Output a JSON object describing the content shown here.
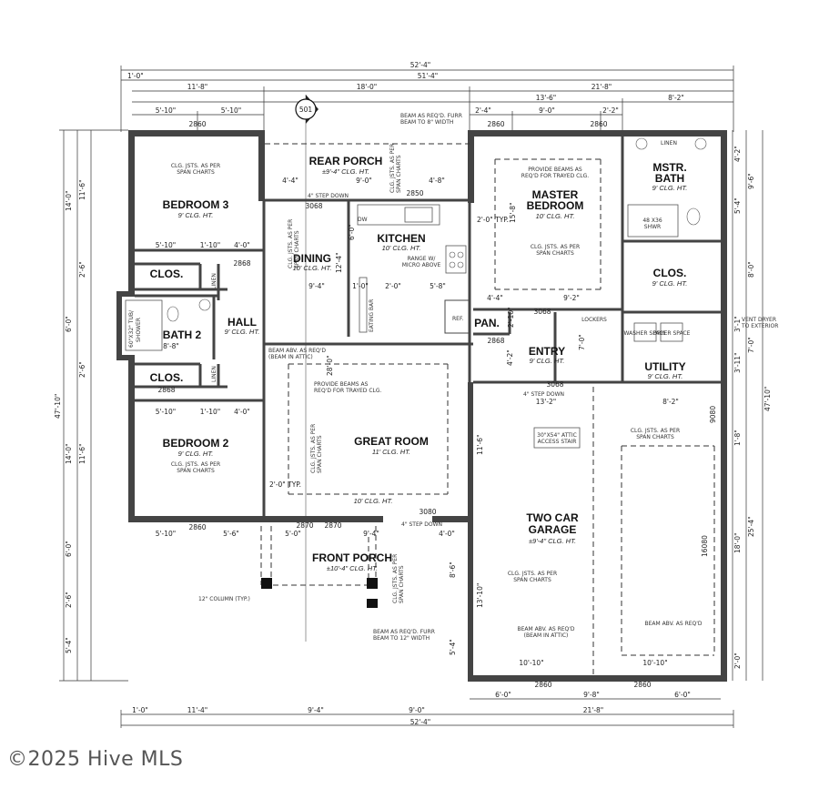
{
  "watermark": "©2025 Hive MLS",
  "section_marker": "501",
  "dims": {
    "overall_top": "52'-4\"",
    "overall_bottom": "52'-4\"",
    "top2": "51'-4\"",
    "top_1_0": "1'-0\"",
    "top_11_8": "11'-8\"",
    "top_18_0": "18'-0\"",
    "top_21_8": "21'-8\"",
    "top_5_10a": "5'-10\"",
    "top_5_10b": "5'-10\"",
    "top_13_6": "13'-6\"",
    "top_8_2": "8'-2\"",
    "top_2_4": "2'-4\"",
    "top_9_0": "9'-0\"",
    "top_2_2": "2'-2\"",
    "bot_1_0": "1'-0\"",
    "bot_11_4": "11'-4\"",
    "bot_9_4": "9'-4\"",
    "bot_9_0": "9'-0\"",
    "bot_21_8": "21'-8\"",
    "bot_6_0a": "6'-0\"",
    "bot_9_8": "9'-8\"",
    "bot_6_0b": "6'-0\"",
    "left_14_0a": "14'-0\"",
    "left_11_6a": "11'-6\"",
    "left_2_6a": "2'-6\"",
    "left_6_0": "6'-0\"",
    "left_47_10": "47'-10\"",
    "left_2_6b": "2'-6\"",
    "left_14_0b": "14'-0\"",
    "left_11_6b": "11'-6\"",
    "left_6_0b": "6'-0\"",
    "left_2_6c": "2'-6\"",
    "left_5_4": "5'-4\"",
    "right_4_2": "4'-2\"",
    "right_9_6": "9'-6\"",
    "right_5_4": "5'-4\"",
    "right_8_0": "8'-0\"",
    "right_3_1": "3'-1\"",
    "right_7_0": "7'-0\"",
    "right_3_11": "3'-11\"",
    "right_47_10": "47'-10\"",
    "right_1_8": "1'-8\"",
    "right_25_4": "25'-4\"",
    "right_18_0": "18'-0\"",
    "right_2_0": "2'-0\"",
    "w2860a": "2860",
    "w2860b": "2860",
    "w2860c": "2860",
    "w2860d": "2860",
    "w2860e": "2860",
    "w2860f": "2860",
    "d2850": "2850",
    "d3068": "3068",
    "d2868a": "2868",
    "d2868b": "2868",
    "d2868c": "2868",
    "d3080": "3080",
    "d2870a": "2870",
    "d2870b": "2870",
    "d16080": "16080",
    "d9080": "9080",
    "i5_10a": "5'-10\"",
    "i1_10a": "1'-10\"",
    "i4_0a": "4'-0\"",
    "i5_10b": "5'-10\"",
    "i1_10b": "1'-10\"",
    "i4_0b": "4'-0\"",
    "i4_4": "4'-4\"",
    "i9_0": "9'-0\"",
    "i4_8": "4'-8\"",
    "i9_4": "9'-4\"",
    "i2_0": "2'-0\"",
    "i5_8": "5'-8\"",
    "i1_0": "1'-0\"",
    "i6_0": "6'-0\"",
    "i12_4": "12'-4\"",
    "i28_0": "28'-0\"",
    "i15_8": "15'-8\"",
    "i2_0typ": "2'-0\" TYP.",
    "i13_2": "13'-2\"",
    "i8_2": "8'-2\"",
    "i4_4b": "4'-4\"",
    "i9_2": "9'-2\"",
    "i2_10": "2'-10\"",
    "i4_2": "4'-2\"",
    "i7_0": "7'-0\"",
    "i5_0": "5'-0\"",
    "i9_4b": "9'-4\"",
    "i4_0c": "4'-0\"",
    "i8_6": "8'-6\"",
    "i13_10": "13'-10\"",
    "i11_6c": "11'-6\"",
    "i10_10a": "10'-10\"",
    "i10_10b": "10'-10\"",
    "i5_4b": "5'-4\"",
    "i5_10c": "5'-10\"",
    "i5_6": "5'-6\"",
    "i8_8": "8'-8\""
  },
  "rooms": {
    "rear_porch": {
      "name": "REAR PORCH",
      "clg": "±9'-4\" CLG. HT."
    },
    "bedroom3": {
      "name": "BEDROOM 3",
      "clg": "9' CLG. HT."
    },
    "kitchen": {
      "name": "KITCHEN",
      "clg": "10' CLG. HT."
    },
    "dining": {
      "name": "DINING",
      "clg": "10' CLG. HT."
    },
    "master": {
      "name1": "MASTER",
      "name2": "BEDROOM",
      "clg": "10' CLG. HT."
    },
    "mstr_bath": {
      "name1": "MSTR.",
      "name2": "BATH",
      "clg": "9' CLG. HT."
    },
    "clos_master": {
      "name": "CLOS.",
      "clg": "9' CLG. HT."
    },
    "clos1": {
      "name": "CLOS."
    },
    "clos2": {
      "name": "CLOS."
    },
    "bath2": {
      "name": "BATH 2",
      "clg": "8'-8\""
    },
    "hall": {
      "name": "HALL",
      "clg": "9' CLG. HT."
    },
    "pan": {
      "name": "PAN."
    },
    "entry": {
      "name": "ENTRY",
      "clg": "9' CLG. HT."
    },
    "utility": {
      "name": "UTILITY",
      "clg": "9' CLG. HT."
    },
    "great_room": {
      "name": "GREAT ROOM",
      "clg": "11' CLG. HT.",
      "clg2": "10' CLG. HT."
    },
    "bedroom2": {
      "name": "BEDROOM 2",
      "clg": "9' CLG. HT."
    },
    "garage": {
      "name1": "TWO CAR",
      "name2": "GARAGE",
      "clg": "±9'-4\" CLG. HT."
    },
    "front_porch": {
      "name": "FRONT PORCH",
      "clg": "±10'-4\" CLG. HT."
    }
  },
  "notes": {
    "beam_top1": "BEAM AS REQ'D. FURR",
    "beam_top2": "BEAM TO 8\" WIDTH",
    "step_down_rear": "4\" STEP DOWN",
    "clg_jsts": "CLG. JSTS. AS PER",
    "span_charts": "SPAN CHARTS",
    "provide_beams1": "PROVIDE BEAMS AS",
    "provide_beams2": "REQ'D FOR TRAYED CLG.",
    "range": "RANGE W/",
    "micro": "MICRO ABOVE",
    "dw": "DW",
    "ref": "REF.",
    "eating_bar": "EATING BAR",
    "linen": "LINEN",
    "shwr1": "48 X36",
    "shwr2": "SHWR",
    "tub1": "60\"X32\" TUB/",
    "tub2": "SHOWER",
    "beam_abv1": "BEAM ABV. AS REQ'D",
    "beam_abv2": "(BEAM IN ATTIC)",
    "lockers": "LOCKERS",
    "washer": "WASHER SPACE",
    "dryer": "DRYER SPACE",
    "vent1": "VENT DRYER",
    "vent2": "TO EXTERIOR",
    "step_down_garage": "4\" STEP DOWN",
    "attic1": "30\"X54\" ATTIC",
    "attic2": "ACCESS STAIR",
    "step_down_front": "4\" STEP DOWN",
    "column": "12\" COLUMN (TYP.)",
    "beam_front1": "BEAM AS REQ'D. FURR",
    "beam_front2": "BEAM TO 12\" WIDTH",
    "beam_garage": "BEAM ABV. AS REQ'D",
    "typ": "TYP."
  }
}
